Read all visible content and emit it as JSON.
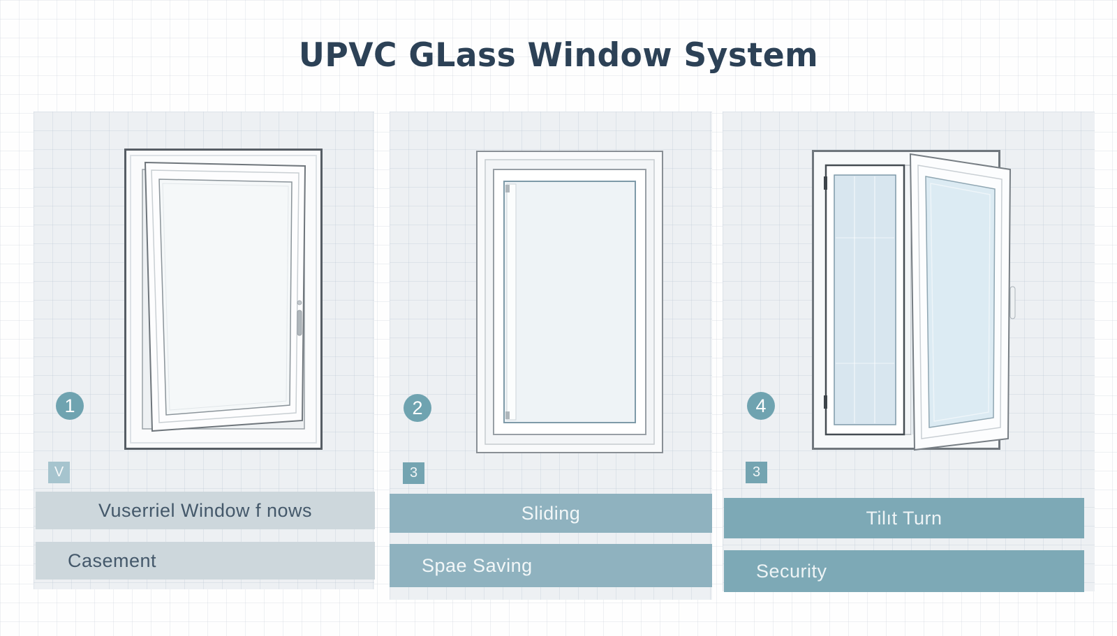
{
  "title": "UPVC GLass Window System",
  "colors": {
    "title_text": "#2c4156",
    "page_background": "#fefefe",
    "grid_line": "#e4e9ef",
    "panel_background": "#edf0f3",
    "number_badge_background": "#6fa3b0",
    "panel1_bar_background": "#cdd7dc",
    "panel1_bar_text": "#44586a",
    "panel1_corner_tag_background": "#a6c4ce",
    "panel2_bar_background": "#8fb2bf",
    "panel3_bar_background": "#7da9b6",
    "teal_corner_tag_background": "#74a4b1",
    "bar_text_light": "#f2f7f8"
  },
  "panels": [
    {
      "name": "casement",
      "badge_number": "1",
      "corner_tag": "V",
      "primary_label": "Vuserriel Window f nows",
      "secondary_label": "Casement",
      "illustration": "casement-window-open"
    },
    {
      "name": "sliding",
      "badge_number": "2",
      "corner_tag": "3",
      "primary_label": "Sliding",
      "secondary_label": "Spae Saving",
      "illustration": "sliding-window-closed"
    },
    {
      "name": "tilt-turn",
      "badge_number": "4",
      "corner_tag": "3",
      "primary_label": "Tilıt Turn",
      "secondary_label": "Security",
      "illustration": "tilt-turn-window-open"
    }
  ]
}
